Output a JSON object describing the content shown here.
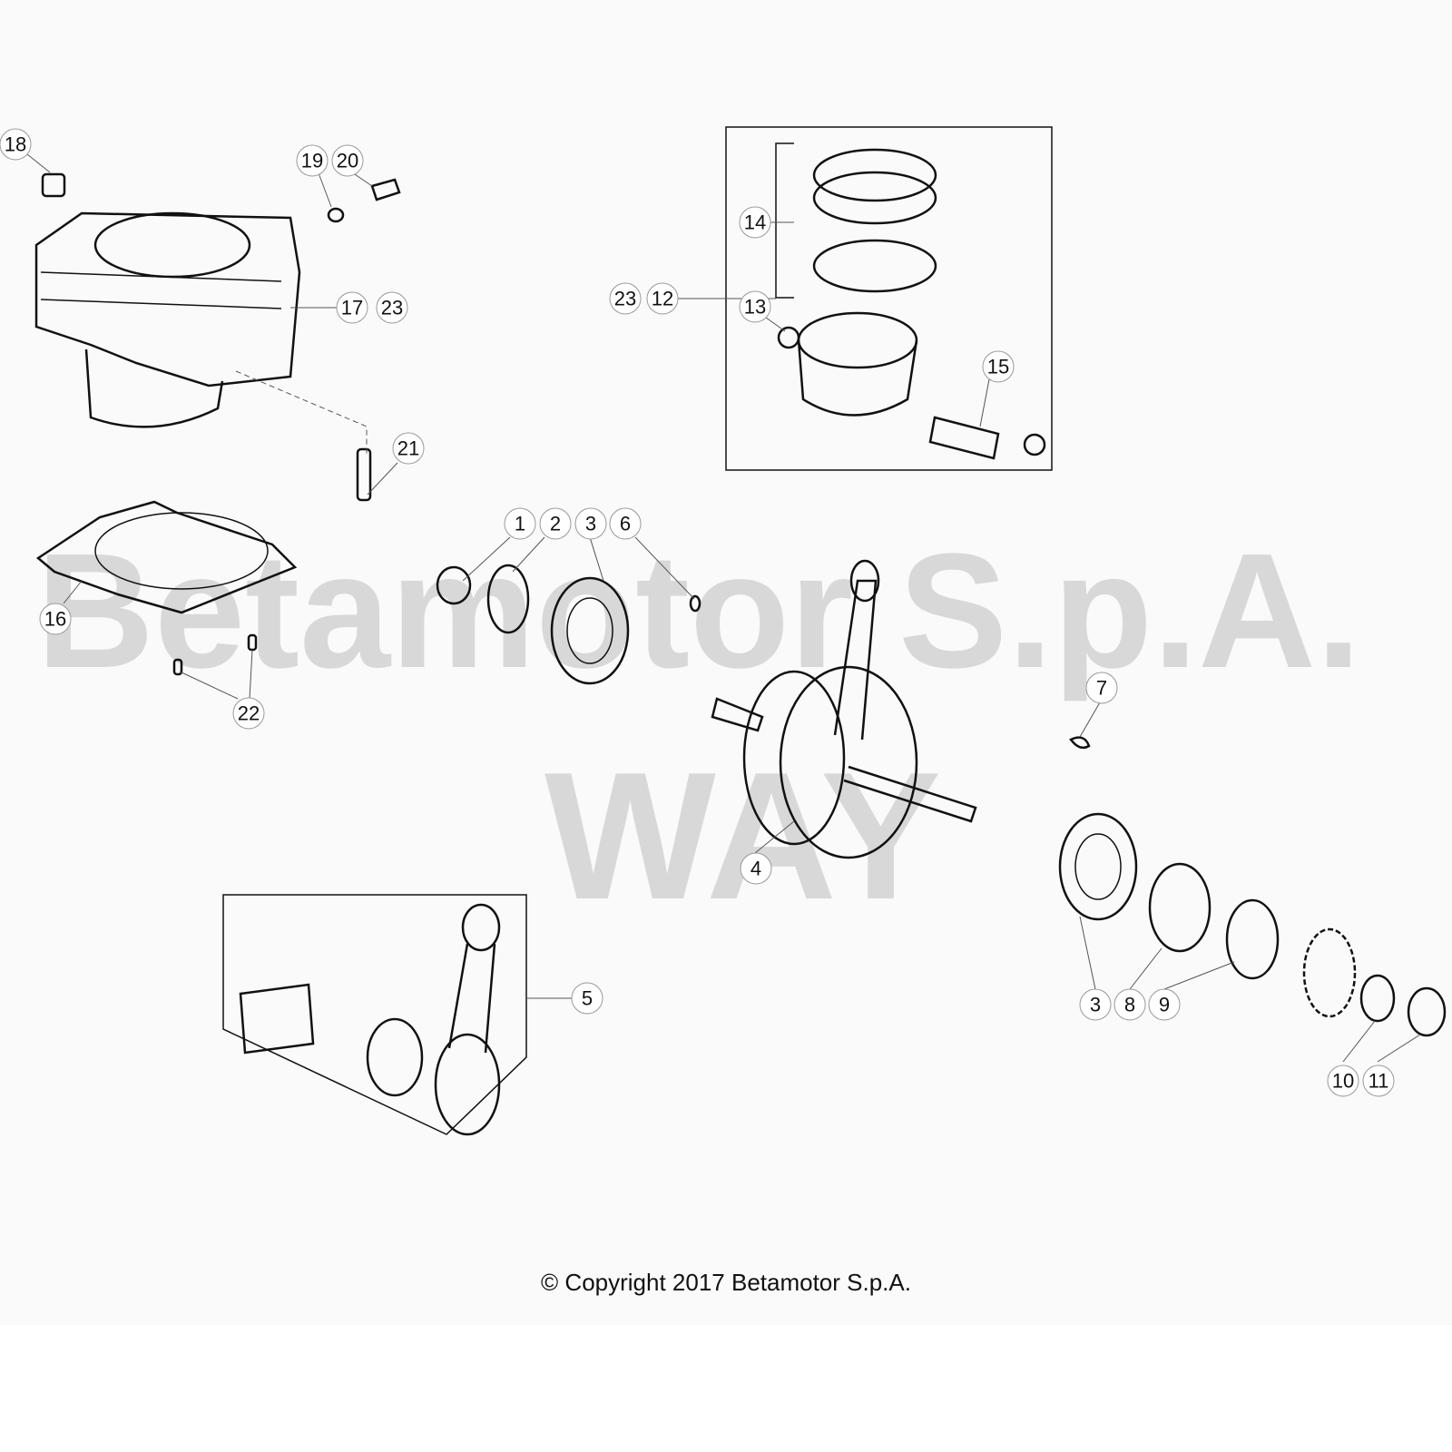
{
  "diagram": {
    "watermark": [
      "Betamotor S.p.A.",
      "WAY"
    ],
    "callouts": [
      "18",
      "19",
      "20",
      "17",
      "23",
      "23",
      "12",
      "14",
      "13",
      "15",
      "21",
      "1",
      "2",
      "3",
      "6",
      "16",
      "22",
      "7",
      "4",
      "5",
      "3",
      "8",
      "9",
      "10",
      "11"
    ]
  },
  "footer": {
    "copyright": "© Copyright 2017 Betamotor S.p.A."
  }
}
